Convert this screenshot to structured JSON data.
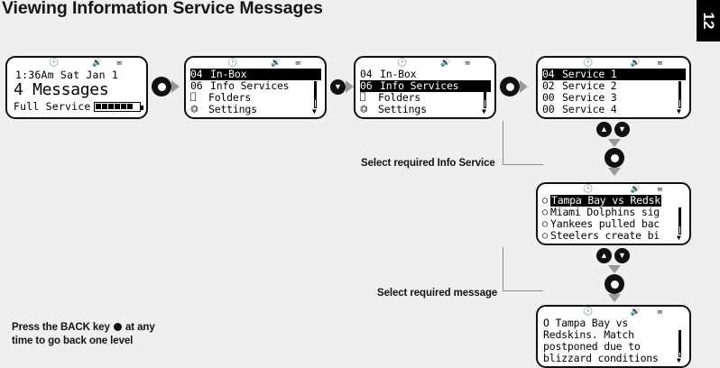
{
  "page": {
    "title": "Viewing Information Service Messages",
    "number": "12"
  },
  "screens": {
    "idle": {
      "name": "idle-screen",
      "time": "1:36Am  Sat Jan 1",
      "messages": "4 Messages",
      "service": "Full Service",
      "battery_bars": 6,
      "status_icons": [
        "alarm-icon",
        "speaker-icon",
        "envelope-icon"
      ]
    },
    "menu_inbox": {
      "name": "messages-menu-inbox-selected",
      "rows": [
        {
          "num": "04",
          "glyph": "",
          "label": "In-Box",
          "selected": true
        },
        {
          "num": "06",
          "glyph": "",
          "label": "Info Services",
          "selected": false
        },
        {
          "num": "",
          "glyph": "folder-icon",
          "label": "Folders",
          "selected": false
        },
        {
          "num": "",
          "glyph": "settings-icon",
          "label": "Settings",
          "selected": false
        }
      ]
    },
    "menu_info": {
      "name": "messages-menu-info-services-selected",
      "rows": [
        {
          "num": "04",
          "glyph": "",
          "label": "In-Box",
          "selected": false
        },
        {
          "num": "06",
          "glyph": "",
          "label": "Info Services",
          "selected": true
        },
        {
          "num": "",
          "glyph": "folder-icon",
          "label": "Folders",
          "selected": false
        },
        {
          "num": "",
          "glyph": "settings-icon",
          "label": "Settings",
          "selected": false
        }
      ]
    },
    "service_list": {
      "name": "info-service-list",
      "rows": [
        {
          "num": "04",
          "glyph": "",
          "label": "Service 1",
          "selected": true
        },
        {
          "num": "02",
          "glyph": "",
          "label": "Service 2",
          "selected": false
        },
        {
          "num": "00",
          "glyph": "",
          "label": "Service 3",
          "selected": false
        },
        {
          "num": "00",
          "glyph": "",
          "label": "Service 4",
          "selected": false
        }
      ]
    },
    "message_list": {
      "name": "info-service-message-list",
      "rows": [
        {
          "num": "",
          "glyph": "unread-envelope-icon",
          "label": "Tampa Bay vs Redsk",
          "selected": true
        },
        {
          "num": "",
          "glyph": "unread-envelope-icon",
          "label": "Miami Dolphins sig",
          "selected": false
        },
        {
          "num": "",
          "glyph": "unread-envelope-icon",
          "label": "Yankees pulled bac",
          "selected": false
        },
        {
          "num": "",
          "glyph": "unread-envelope-icon",
          "label": "Steelers create bi",
          "selected": false
        }
      ]
    },
    "message_detail": {
      "name": "info-service-message-detail",
      "text": "O Tampa Bay vs\nRedskins. Match\npostponed due to\nblizzard conditions"
    }
  },
  "keys": {
    "ok_key": "OK",
    "down_key": "▼",
    "up_key": "▲"
  },
  "annotations": {
    "select_service": "Select required Info Service",
    "select_message": "Select required message",
    "back_note_before": "Press the BACK key",
    "back_note_after": "at any",
    "back_note_line2": "time to go back one level"
  },
  "colors": {
    "background": "#efeff0",
    "ink": "#111111",
    "lcd": "#ffffff",
    "tab": "#000000",
    "lead_line": "#8a8a8a"
  }
}
